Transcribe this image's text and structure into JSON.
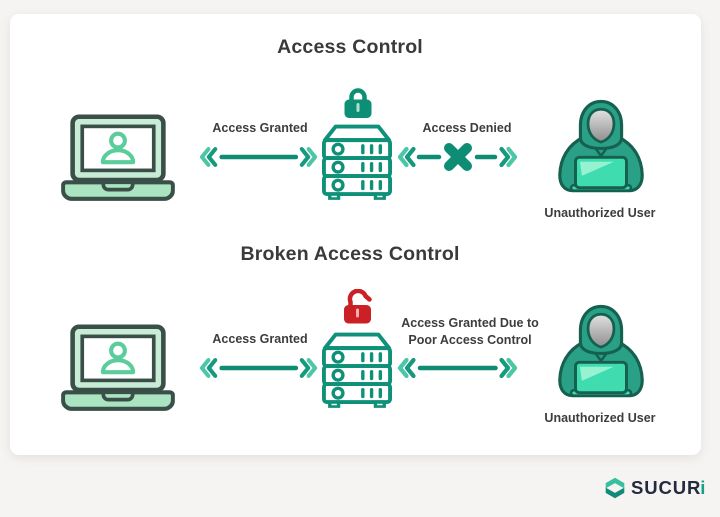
{
  "sections": [
    {
      "title": "Access Control",
      "left_arrow_label": "Access Granted",
      "right_arrow_label": "Access Denied",
      "user_label": "Unauthorized User",
      "lock_state": "locked",
      "right_path_blocked": true
    },
    {
      "title": "Broken Access Control",
      "left_arrow_label": "Access Granted",
      "right_arrow_label_line1": "Access Granted Due to",
      "right_arrow_label_line2": "Poor Access Control",
      "user_label": "Unauthorized User",
      "lock_state": "unlocked",
      "right_path_blocked": false
    }
  ],
  "logo": {
    "brand": "SUCUR",
    "brand_i": "i"
  },
  "icons": {
    "user_laptop": "laptop with user avatar on screen",
    "server": "3-unit server rack",
    "locked_padlock": "closed green padlock",
    "unlocked_padlock": "open red padlock",
    "hacker": "hooded user with laptop",
    "blocked_x": "x cross on connection line",
    "sucuri_hex": "hexagonal interlocking-arrows logo mark"
  },
  "colors": {
    "background": "#f6f4f2",
    "card": "#ffffff",
    "teal_dark": "#0e8c74",
    "teal_light": "#4cc7a6",
    "lock_locked": "#0d8f75",
    "lock_unlocked": "#ca2026",
    "laptop_outline": "#394f48",
    "hoodie_green": "#2aa086",
    "text": "#3a3a3a",
    "logo_navy": "#232b3f",
    "logo_teal": "#13a189"
  }
}
